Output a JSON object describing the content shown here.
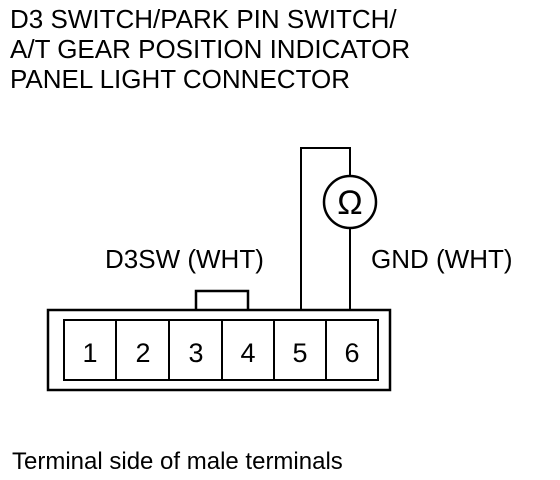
{
  "title": {
    "lines": [
      "D3 SWITCH/PARK PIN SWITCH/",
      "A/T GEAR POSITION INDICATOR",
      "PANEL LIGHT CONNECTOR"
    ]
  },
  "meter": {
    "symbol": "Ω"
  },
  "labels": {
    "d3sw": "D3SW (WHT)",
    "gnd": "GND (WHT)"
  },
  "connector": {
    "terminals": [
      "1",
      "2",
      "3",
      "4",
      "5",
      "6"
    ]
  },
  "caption": "Terminal side of male terminals"
}
